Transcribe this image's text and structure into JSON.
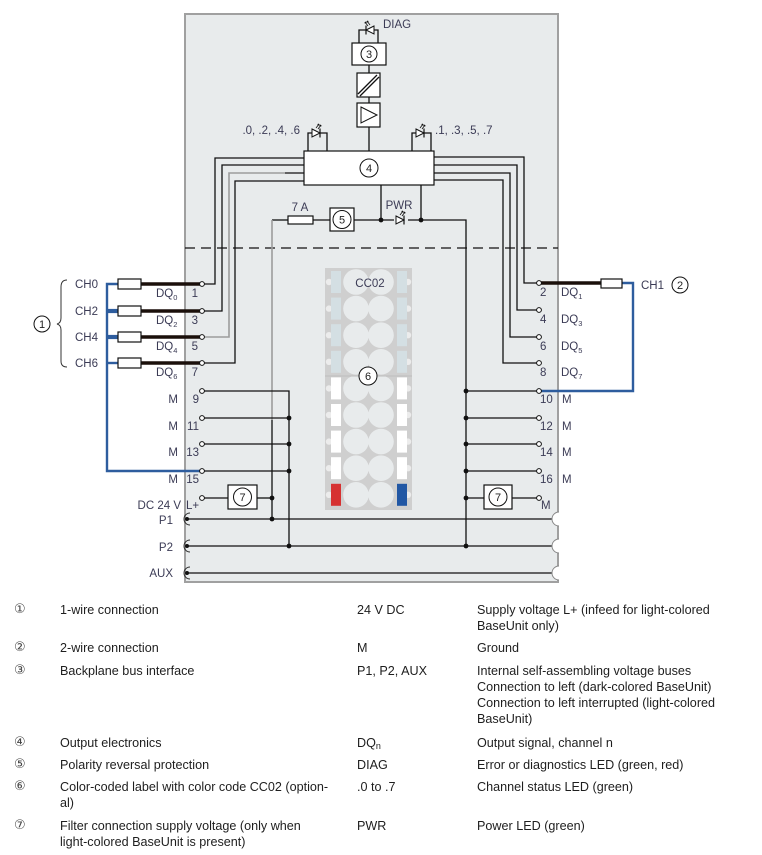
{
  "diagram": {
    "diag_led_label": "DIAG",
    "led_group_even": ".0, .2, .4, .6",
    "led_group_odd": ".1, .3, .5, .7",
    "fuse_label": "7 A",
    "pwr_led_label": "PWR",
    "callouts": {
      "one_wire": "1",
      "two_wire": "2",
      "bus_interface": "3",
      "output_electronics": "4",
      "polarity_protection": "5",
      "label_strip": "6",
      "filter_left": "7",
      "filter_right": "7"
    },
    "left_channels": [
      {
        "name": "CH0",
        "signal": "DQ",
        "sub": "0",
        "terminal": "1"
      },
      {
        "name": "CH2",
        "signal": "DQ",
        "sub": "2",
        "terminal": "3"
      },
      {
        "name": "CH4",
        "signal": "DQ",
        "sub": "4",
        "terminal": "5"
      },
      {
        "name": "CH6",
        "signal": "DQ",
        "sub": "6",
        "terminal": "7"
      }
    ],
    "right_channels": [
      {
        "signal": "DQ",
        "sub": "1",
        "terminal": "2"
      },
      {
        "signal": "DQ",
        "sub": "3",
        "terminal": "4"
      },
      {
        "signal": "DQ",
        "sub": "5",
        "terminal": "6"
      },
      {
        "signal": "DQ",
        "sub": "7",
        "terminal": "8"
      }
    ],
    "two_wire_channel": "CH1",
    "left_ground_terminals": [
      {
        "label": "M",
        "terminal": "9"
      },
      {
        "label": "M",
        "terminal": "11"
      },
      {
        "label": "M",
        "terminal": "13"
      },
      {
        "label": "M",
        "terminal": "15"
      }
    ],
    "right_ground_terminals": [
      {
        "label": "M",
        "terminal": "10"
      },
      {
        "label": "M",
        "terminal": "12"
      },
      {
        "label": "M",
        "terminal": "14"
      },
      {
        "label": "M",
        "terminal": "16"
      }
    ],
    "supply": {
      "voltage_label": "DC 24 V",
      "terminal_label": "L+",
      "right_terminal_label": "M"
    },
    "buses": [
      "P1",
      "P2",
      "AUX"
    ],
    "label_strip": {
      "code": "CC02",
      "colors": {
        "upper_markers": "#d4dfe3",
        "lower_markers": "#ffffff",
        "left_end_marker": "#d63131",
        "right_end_marker": "#2157a4",
        "wire_blue": "#2e5d9e"
      }
    }
  },
  "legend": {
    "rows": [
      {
        "num": "①",
        "item": [
          "1-wire connection"
        ],
        "term": "24 V DC",
        "desc": [
          "Supply voltage L+ (infeed for light-colored",
          "BaseUnit only)"
        ]
      },
      {
        "num": "②",
        "item": [
          "2-wire connection"
        ],
        "term": "M",
        "desc": [
          "Ground"
        ]
      },
      {
        "num": "③",
        "item": [
          "Backplane bus interface"
        ],
        "term": "P1, P2, AUX",
        "desc": [
          "Internal self-assembling voltage buses",
          "Connection to left (dark-colored BaseUnit)",
          "Connection to left interrupted (light-colored",
          "BaseUnit)"
        ]
      },
      {
        "num": "④",
        "item": [
          "Output electronics"
        ],
        "term": "DQ",
        "term_sub": "n",
        "desc": [
          "Output signal, channel n"
        ]
      },
      {
        "num": "⑤",
        "item": [
          "Polarity reversal protection"
        ],
        "term": "DIAG",
        "desc": [
          "Error or diagnostics LED (green, red)"
        ]
      },
      {
        "num": "⑥",
        "item": [
          "Color-coded label with color code CC02 (option-",
          "al)"
        ],
        "term": ".0 to .7",
        "desc": [
          "Channel status LED (green)"
        ]
      },
      {
        "num": "⑦",
        "item": [
          "Filter connection supply voltage (only when",
          "light-colored BaseUnit is present)"
        ],
        "term": "PWR",
        "desc": [
          "Power LED (green)"
        ]
      }
    ]
  }
}
